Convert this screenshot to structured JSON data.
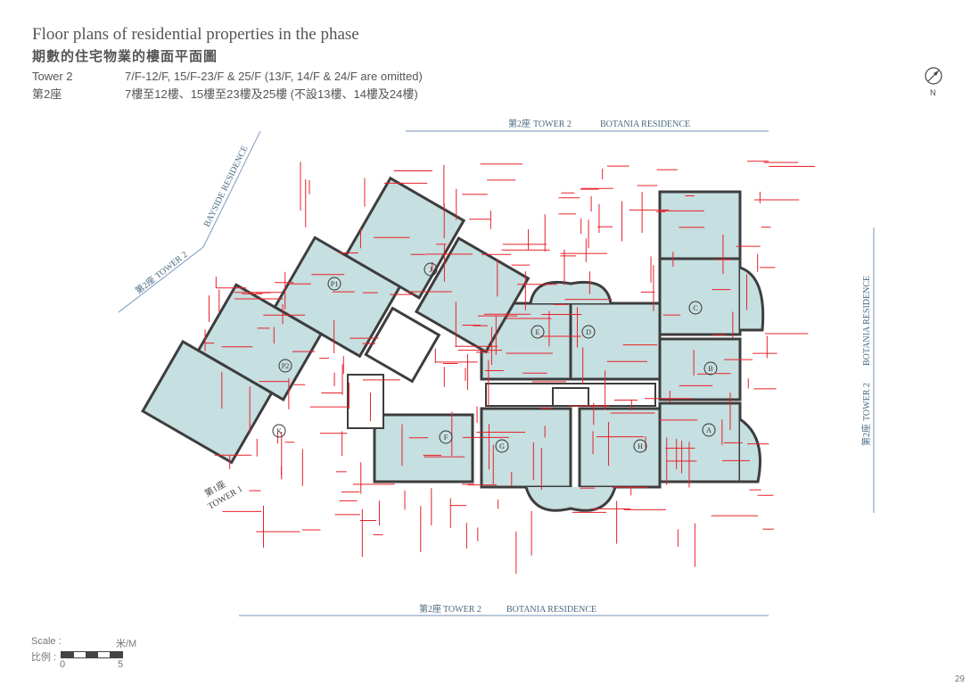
{
  "header": {
    "title_en": "Floor plans of residential properties in the phase",
    "title_zh": "期數的住宅物業的樓面平面圖",
    "tower_en": "Tower 2",
    "tower_zh": "第2座",
    "floors_en": "7/F-12/F, 15/F-23/F & 25/F (13/F, 14/F & 24/F are omitted)",
    "floors_zh": "7樓至12樓、15樓至23樓及25樓 (不設13樓、14樓及24樓)"
  },
  "compass": {
    "label": "N"
  },
  "frontages": {
    "top": {
      "zh": "第2座",
      "tower": "TOWER 2",
      "residence": "BOTANIA RESIDENCE"
    },
    "bottom": {
      "zh": "第2座",
      "tower": "TOWER 2",
      "residence": "BOTANIA RESIDENCE"
    },
    "right": {
      "zh": "第2座",
      "tower": "TOWER 2",
      "residence": "BOTANIA RESIDENCE"
    },
    "left": {
      "zh": "第2座",
      "tower": "TOWER 2",
      "residence": "BAYSIDE RESIDENCE"
    },
    "tower1": {
      "zh": "第1座",
      "tower": "TOWER 1"
    }
  },
  "units": [
    "A",
    "B",
    "C",
    "D",
    "E",
    "F",
    "G",
    "H",
    "J",
    "K",
    "P1",
    "P2"
  ],
  "colors": {
    "unit_fill": "#c6dfe0",
    "wall": "#3d3d3d",
    "dimension": "#e8202a",
    "frontage": "#8fa9c8"
  },
  "scale": {
    "label_en": "Scale :",
    "label_zh": "比例 :",
    "unit": "米/M",
    "start": "0",
    "end": "5"
  },
  "page_number": "29"
}
